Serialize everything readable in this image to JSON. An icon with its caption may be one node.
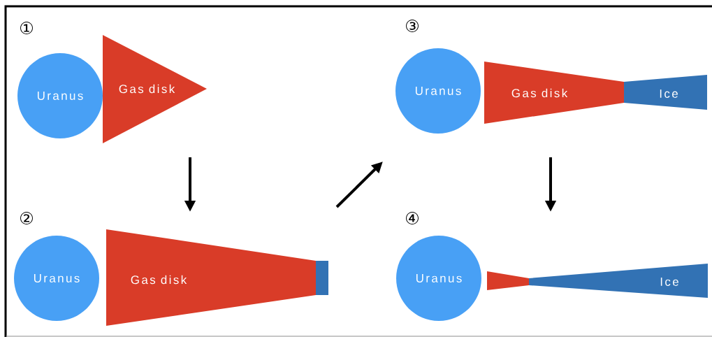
{
  "diagram": {
    "nodes": [
      {
        "text": [
          "Uranus"
        ]
      },
      {
        "text": [
          "Gas disk"
        ]
      },
      {
        "text": [
          "Uranus"
        ]
      },
      {
        "text": [
          "Gas disk"
        ]
      },
      {
        "text": [],
        "shape": "box"
      },
      {
        "text": [
          "Uranus"
        ]
      },
      {
        "text": [
          "Gas disk"
        ]
      },
      {
        "text": [
          "Ice"
        ]
      },
      {
        "text": [
          "Uranus"
        ]
      },
      {
        "text": [],
        "shape": "trapezoid"
      },
      {
        "text": [
          "Ice"
        ]
      }
    ],
    "labels": [
      "①",
      "②",
      "③",
      "④"
    ]
  }
}
